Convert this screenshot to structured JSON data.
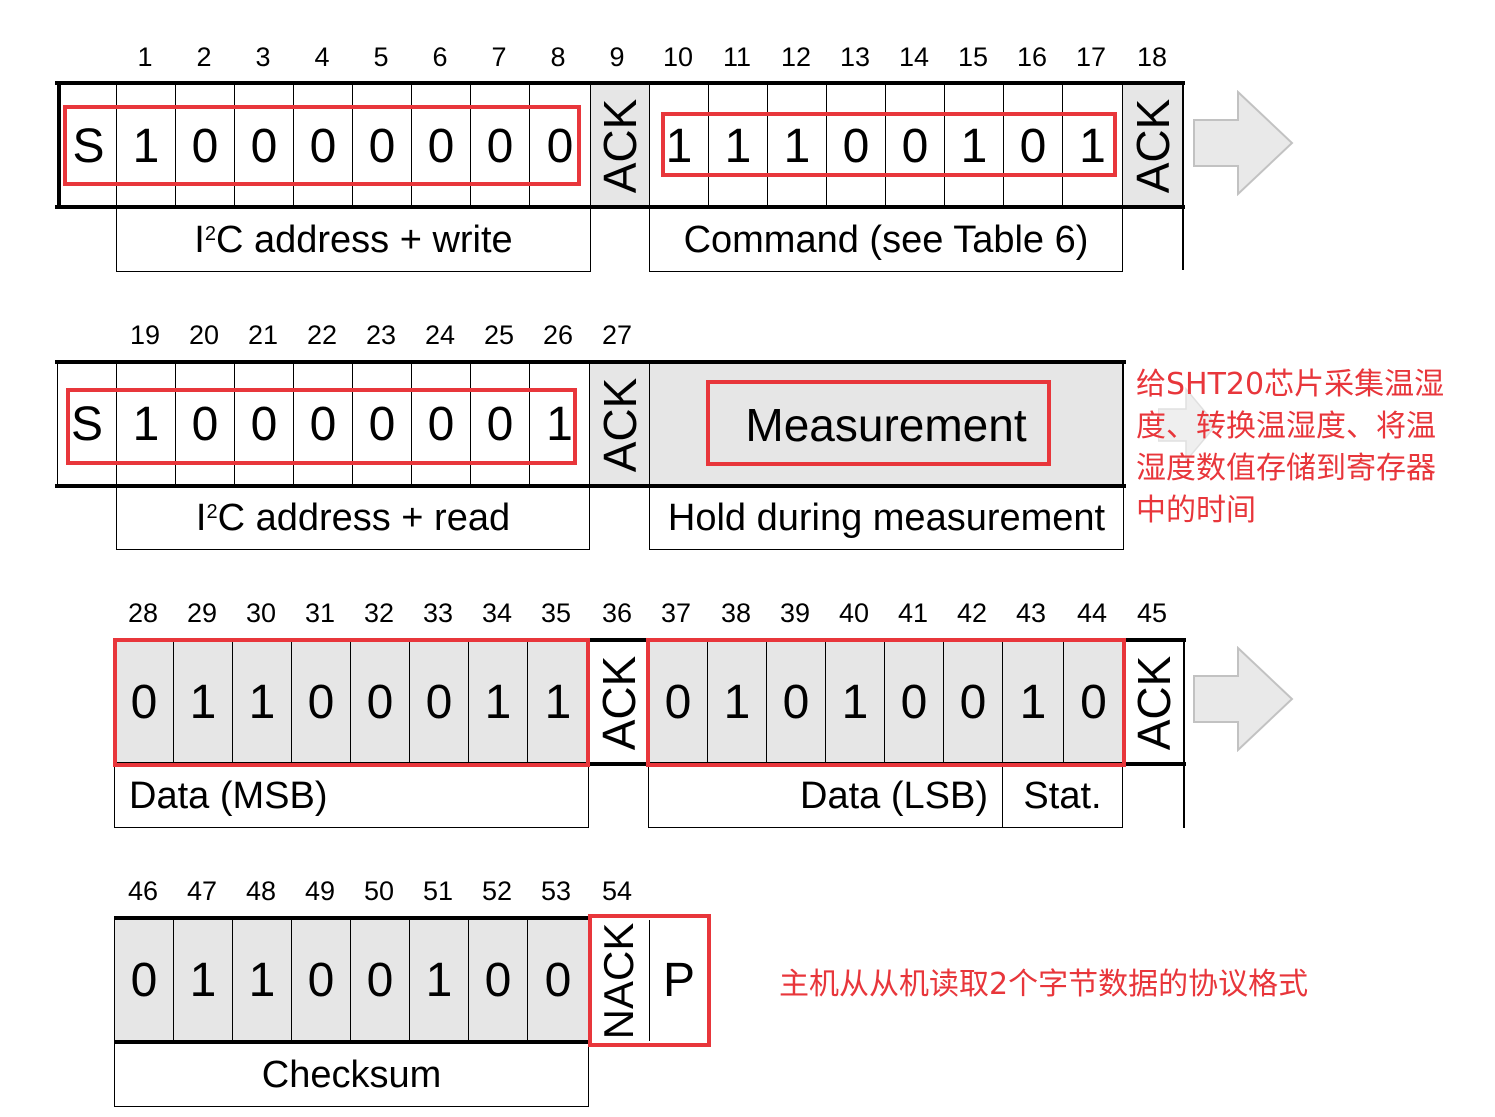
{
  "rows": [
    {
      "bit_numbers": [
        "1",
        "2",
        "3",
        "4",
        "5",
        "6",
        "7",
        "8",
        "9",
        "10",
        "11",
        "12",
        "13",
        "14",
        "15",
        "16",
        "17",
        "18"
      ],
      "address_bits": [
        "S",
        "1",
        "0",
        "0",
        "0",
        "0",
        "0",
        "0",
        "0"
      ],
      "address_ack": "ACK",
      "command_bits": [
        "1",
        "1",
        "1",
        "0",
        "0",
        "1",
        "0",
        "1"
      ],
      "command_ack": "ACK",
      "label_address_pre": "I",
      "label_address_sup": "2",
      "label_address_post": "C address + write",
      "label_command": "Command (see Table 6)"
    },
    {
      "bit_numbers": [
        "19",
        "20",
        "21",
        "22",
        "23",
        "24",
        "25",
        "26",
        "27"
      ],
      "address_bits": [
        "S",
        "1",
        "0",
        "0",
        "0",
        "0",
        "0",
        "0",
        "1"
      ],
      "address_ack": "ACK",
      "measurement": "Measurement",
      "label_address_pre": "I",
      "label_address_sup": "2",
      "label_address_post": "C address + read",
      "label_hold": "Hold during measurement"
    },
    {
      "bit_numbers": [
        "28",
        "29",
        "30",
        "31",
        "32",
        "33",
        "34",
        "35",
        "36",
        "37",
        "38",
        "39",
        "40",
        "41",
        "42",
        "43",
        "44",
        "45"
      ],
      "msb_bits": [
        "0",
        "1",
        "1",
        "0",
        "0",
        "0",
        "1",
        "1"
      ],
      "msb_ack": "ACK",
      "lsb_bits": [
        "0",
        "1",
        "0",
        "1",
        "0",
        "0",
        "1",
        "0"
      ],
      "lsb_ack": "ACK",
      "label_msb": "Data (MSB)",
      "label_lsb": "Data (LSB)",
      "label_stat": "Stat."
    },
    {
      "bit_numbers": [
        "46",
        "47",
        "48",
        "49",
        "50",
        "51",
        "52",
        "53",
        "54"
      ],
      "checksum_bits": [
        "0",
        "1",
        "1",
        "0",
        "0",
        "1",
        "0",
        "0"
      ],
      "nack": "NACK",
      "stop": "P",
      "label_checksum": "Checksum"
    }
  ],
  "annotations": {
    "measurement_note_lines": [
      "给SHT20芯片采集温湿",
      "度、转换温湿度、将温",
      "湿度数值存储到寄存器",
      "中的时间"
    ],
    "protocol_note": "主机从从机读取2个字节数据的协议格式"
  },
  "colors": {
    "highlight": "#e8363b",
    "cell_grey": "#e6e6e6",
    "arrow_grey": "#e9e9e9"
  }
}
